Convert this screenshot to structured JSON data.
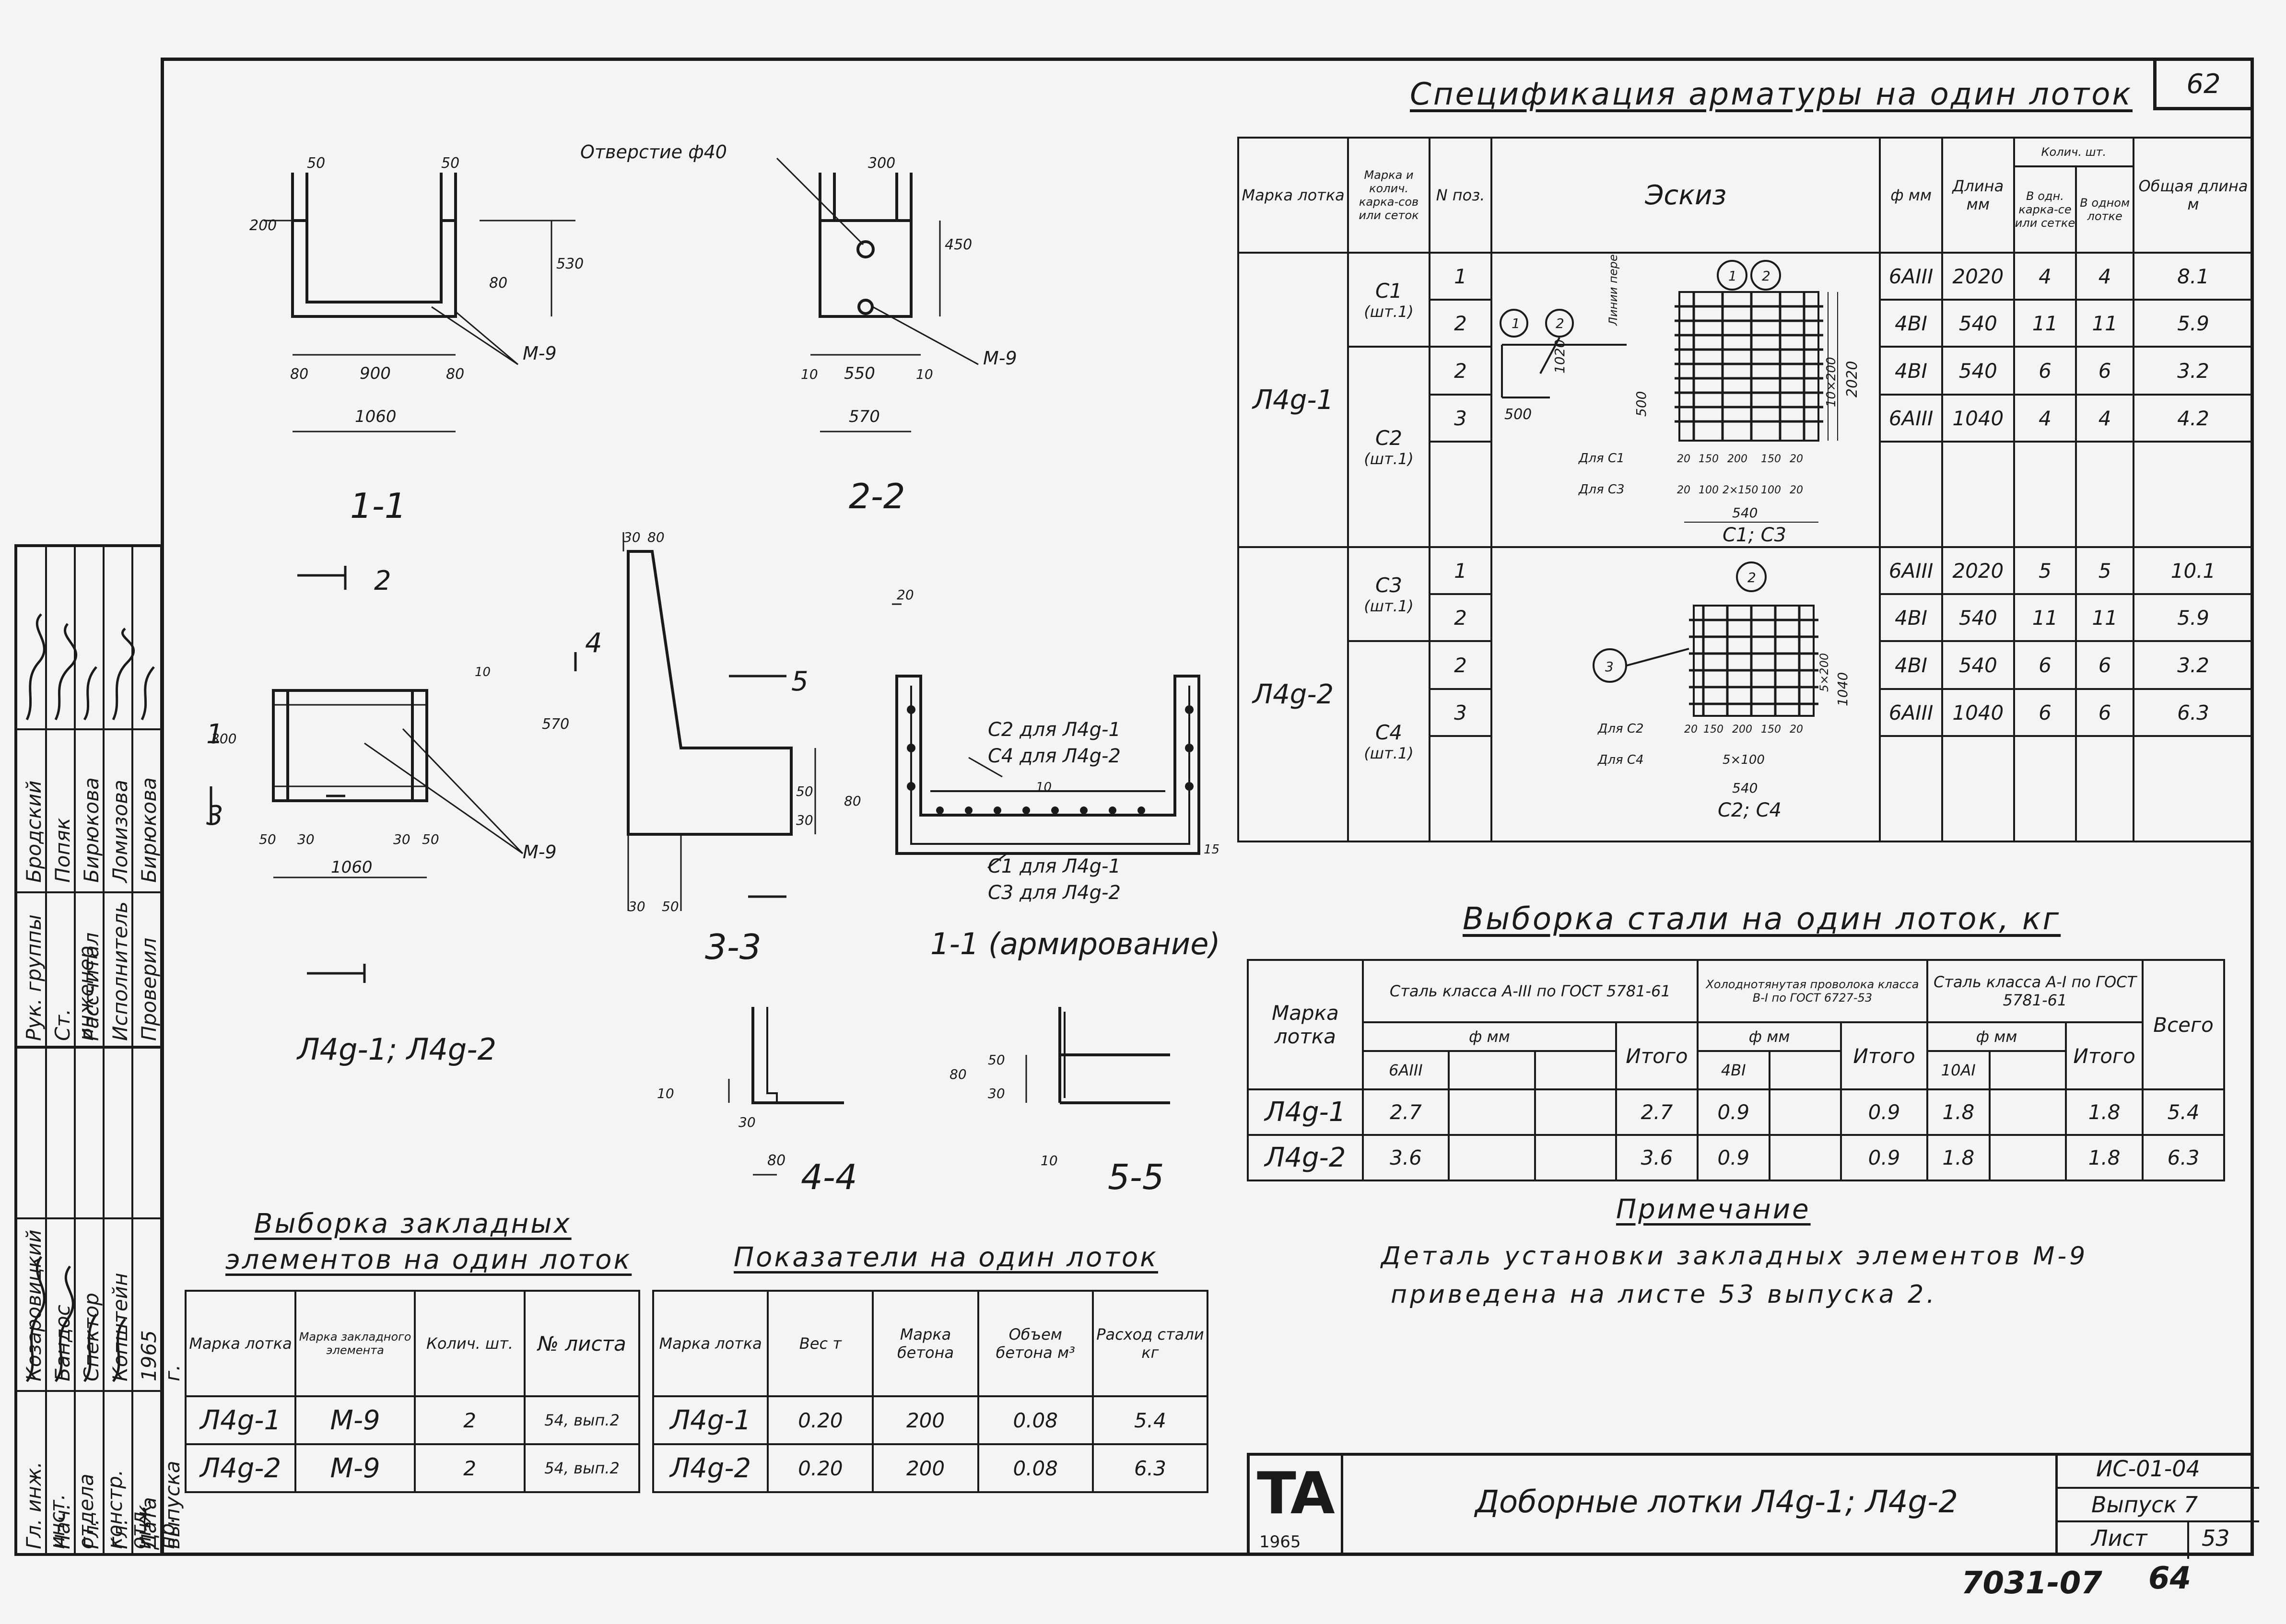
{
  "sheet_no": "62",
  "bottom_code": "7031-07",
  "bottom_page": "64",
  "drawings": {
    "hole_label": "Отверстие ф40",
    "embedded_label": "М-9",
    "sec_1_1": "1-1",
    "sec_2_2": "2-2",
    "sec_3_3": "3-3",
    "sec_4_4": "4-4",
    "sec_5_5": "5-5",
    "sec_reinf": "1-1 (армирование)",
    "plan_caption": "Л4g-1; Л4g-2",
    "c2_label": "С2 для Л4g-1",
    "c4_label": "С4 для Л4g-2",
    "c1_label": "С1 для Л4g-1",
    "c3_label": "С3 для Л4g-2",
    "dims": {
      "d50a": "50",
      "d50b": "50",
      "d200": "200",
      "d530": "530",
      "d80a": "80",
      "d80b": "80",
      "d80c": "80",
      "d900": "900",
      "d1060": "1060",
      "d300": "300",
      "d450": "450",
      "d10a": "10",
      "d550": "550",
      "d10b": "10",
      "d570": "570",
      "p300": "300",
      "p570": "570",
      "p10": "10",
      "p50a": "50",
      "p30a": "30",
      "p30b": "30",
      "p50b": "50",
      "p1060": "1060",
      "m1": "1",
      "m2": "2",
      "m3": "3",
      "m4": "4",
      "m5": "5",
      "s30a": "30",
      "s80a": "80",
      "s30b": "30",
      "s50a": "50",
      "s80b": "80",
      "s30c": "30",
      "s50b": "50",
      "r20": "20",
      "r10": "10",
      "r15": "15",
      "q10": "10",
      "q30": "30",
      "q80": "80",
      "f80": "80",
      "f50": "50",
      "f30": "30",
      "f10": "10"
    }
  },
  "spec": {
    "title": "Спецификация арматуры на один лоток",
    "headers": {
      "mark": "Марка лотка",
      "cage": "Марка и колич. карка-сов или сеток",
      "pos": "N поз.",
      "sketch": "Эскиз",
      "dia": "ф мм",
      "len": "Длина мм",
      "qty": "Колич. шт.",
      "qty_cage": "В одн. карка-се или сетке",
      "qty_tray": "В одном лотке",
      "total": "Общая длина м"
    },
    "groups": [
      {
        "mark": "Л4g-1",
        "rows": [
          {
            "cage": "С1",
            "cage_qty": "(шт.1)",
            "pos": "1",
            "dia": "6АIII",
            "len": "2020",
            "q1": "4",
            "q2": "4",
            "total": "8.1"
          },
          {
            "cage": "",
            "cage_qty": "",
            "pos": "2",
            "dia": "4ВI",
            "len": "540",
            "q1": "11",
            "q2": "11",
            "total": "5.9"
          },
          {
            "cage": "С2",
            "cage_qty": "(шт.1)",
            "pos": "2",
            "dia": "4ВI",
            "len": "540",
            "q1": "6",
            "q2": "6",
            "total": "3.2"
          },
          {
            "cage": "",
            "cage_qty": "",
            "pos": "3",
            "dia": "6АIII",
            "len": "1040",
            "q1": "4",
            "q2": "4",
            "total": "4.2"
          }
        ]
      },
      {
        "mark": "Л4g-2",
        "rows": [
          {
            "cage": "С3",
            "cage_qty": "(шт.1)",
            "pos": "1",
            "dia": "6АIII",
            "len": "2020",
            "q1": "5",
            "q2": "5",
            "total": "10.1"
          },
          {
            "cage": "",
            "cage_qty": "",
            "pos": "2",
            "dia": "4ВI",
            "len": "540",
            "q1": "11",
            "q2": "11",
            "total": "5.9"
          },
          {
            "cage": "С4",
            "cage_qty": "(шт.1)",
            "pos": "2",
            "dia": "4ВI",
            "len": "540",
            "q1": "6",
            "q2": "6",
            "total": "3.2"
          },
          {
            "cage": "",
            "cage_qty": "",
            "pos": "3",
            "dia": "6АIII",
            "len": "1040",
            "q1": "6",
            "q2": "6",
            "total": "6.3"
          }
        ]
      }
    ],
    "sketch_labels": {
      "overlap": "Линии перетяжки",
      "c1c3": "С1; С3",
      "c2c4": "С2; С4",
      "for_c1": "Для С1",
      "for_c3": "Для С3",
      "for_c2": "Для С2",
      "for_c4": "Для С4",
      "s500a": "500",
      "s500b": "500",
      "s1020": "1020",
      "s2020": "2020",
      "s10x200": "10×200",
      "s540a": "540",
      "s540b": "540",
      "s1040": "1040",
      "s5x200": "5×200",
      "s5x100": "5×100",
      "r1": "20",
      "r2": "150",
      "r3": "200",
      "r4": "150",
      "r5": "20",
      "r6": "20",
      "r7": "100",
      "r8": "2×150",
      "r9": "100",
      "r10": "20",
      "r11": "20",
      "r12": "150",
      "r13": "200",
      "r14": "150",
      "r15": "20",
      "c1": "1",
      "c2": "2",
      "c3": "3"
    }
  },
  "steel": {
    "title": "Выборка стали на один лоток, кг",
    "col_mark": "Марка лотка",
    "class1": "Сталь класса А-III по ГОСТ 5781-61",
    "class2": "Холоднотянутая проволока класса В-I по ГОСТ 6727-53",
    "class3": "Сталь класса А-I по ГОСТ 5781-61",
    "phi": "ф мм",
    "sub1": "6АIII",
    "sub2": "4ВI",
    "sub3": "10АI",
    "itogo": "Итого",
    "vsego": "Всего",
    "rows": [
      {
        "mark": "Л4g-1",
        "a": "2.7",
        "a_tot": "2.7",
        "b": "0.9",
        "b_tot": "0.9",
        "c": "1.8",
        "c_tot": "1.8",
        "all": "5.4"
      },
      {
        "mark": "Л4g-2",
        "a": "3.6",
        "a_tot": "3.6",
        "b": "0.9",
        "b_tot": "0.9",
        "c": "1.8",
        "c_tot": "1.8",
        "all": "6.3"
      }
    ]
  },
  "note": {
    "title": "Примечание",
    "line1": "Деталь установки закладных элементов М-9",
    "line2": "приведена на листе 53 выпуска 2."
  },
  "embedded": {
    "title1": "Выборка закладных",
    "title2": "элементов на один лоток",
    "h_mark": "Марка лотка",
    "h_elem": "Марка закладного элемента",
    "h_qty": "Колич. шт.",
    "h_sheet": "№ листа",
    "rows": [
      {
        "mark": "Л4g-1",
        "elem": "М-9",
        "qty": "2",
        "sheet": "54, вып.2"
      },
      {
        "mark": "Л4g-2",
        "elem": "М-9",
        "qty": "2",
        "sheet": "54, вып.2"
      }
    ]
  },
  "indicators": {
    "title": "Показатели на один лоток",
    "h_mark": "Марка лотка",
    "h_weight": "Вес т",
    "h_concrete": "Марка бетона",
    "h_volume": "Объем бетона м³",
    "h_steel": "Расход стали кг",
    "rows": [
      {
        "mark": "Л4g-1",
        "weight": "0.20",
        "concrete": "200",
        "volume": "0.08",
        "steel": "5.4"
      },
      {
        "mark": "Л4g-2",
        "weight": "0.20",
        "concrete": "200",
        "volume": "0.08",
        "steel": "6.3"
      }
    ]
  },
  "stamp": {
    "logo": "ТА",
    "year": "1965",
    "title": "Доборные лотки Л4g-1; Л4g-2",
    "code": "ИС-01-04",
    "issue": "Выпуск 7",
    "sheet_label": "Лист",
    "sheet_value": "53"
  },
  "side_block": {
    "roles": [
      "Рук. группы",
      "Ст. инженер",
      "Рассчитал",
      "Исполнитель",
      "Проверил"
    ],
    "names": [
      "Бродский",
      "Попяк",
      "Бирюкова",
      "Ломизова",
      "Бирюкова"
    ],
    "roles2": [
      "Гл. инж. инст.",
      "Нач. отдела",
      "Гл. констр. отд.",
      "Гл. инж. пр.",
      "Дата выпуска"
    ],
    "names2": [
      "Козаровицкий",
      "Бандос",
      "Спектор",
      "Копштейн",
      "1965 г."
    ]
  }
}
